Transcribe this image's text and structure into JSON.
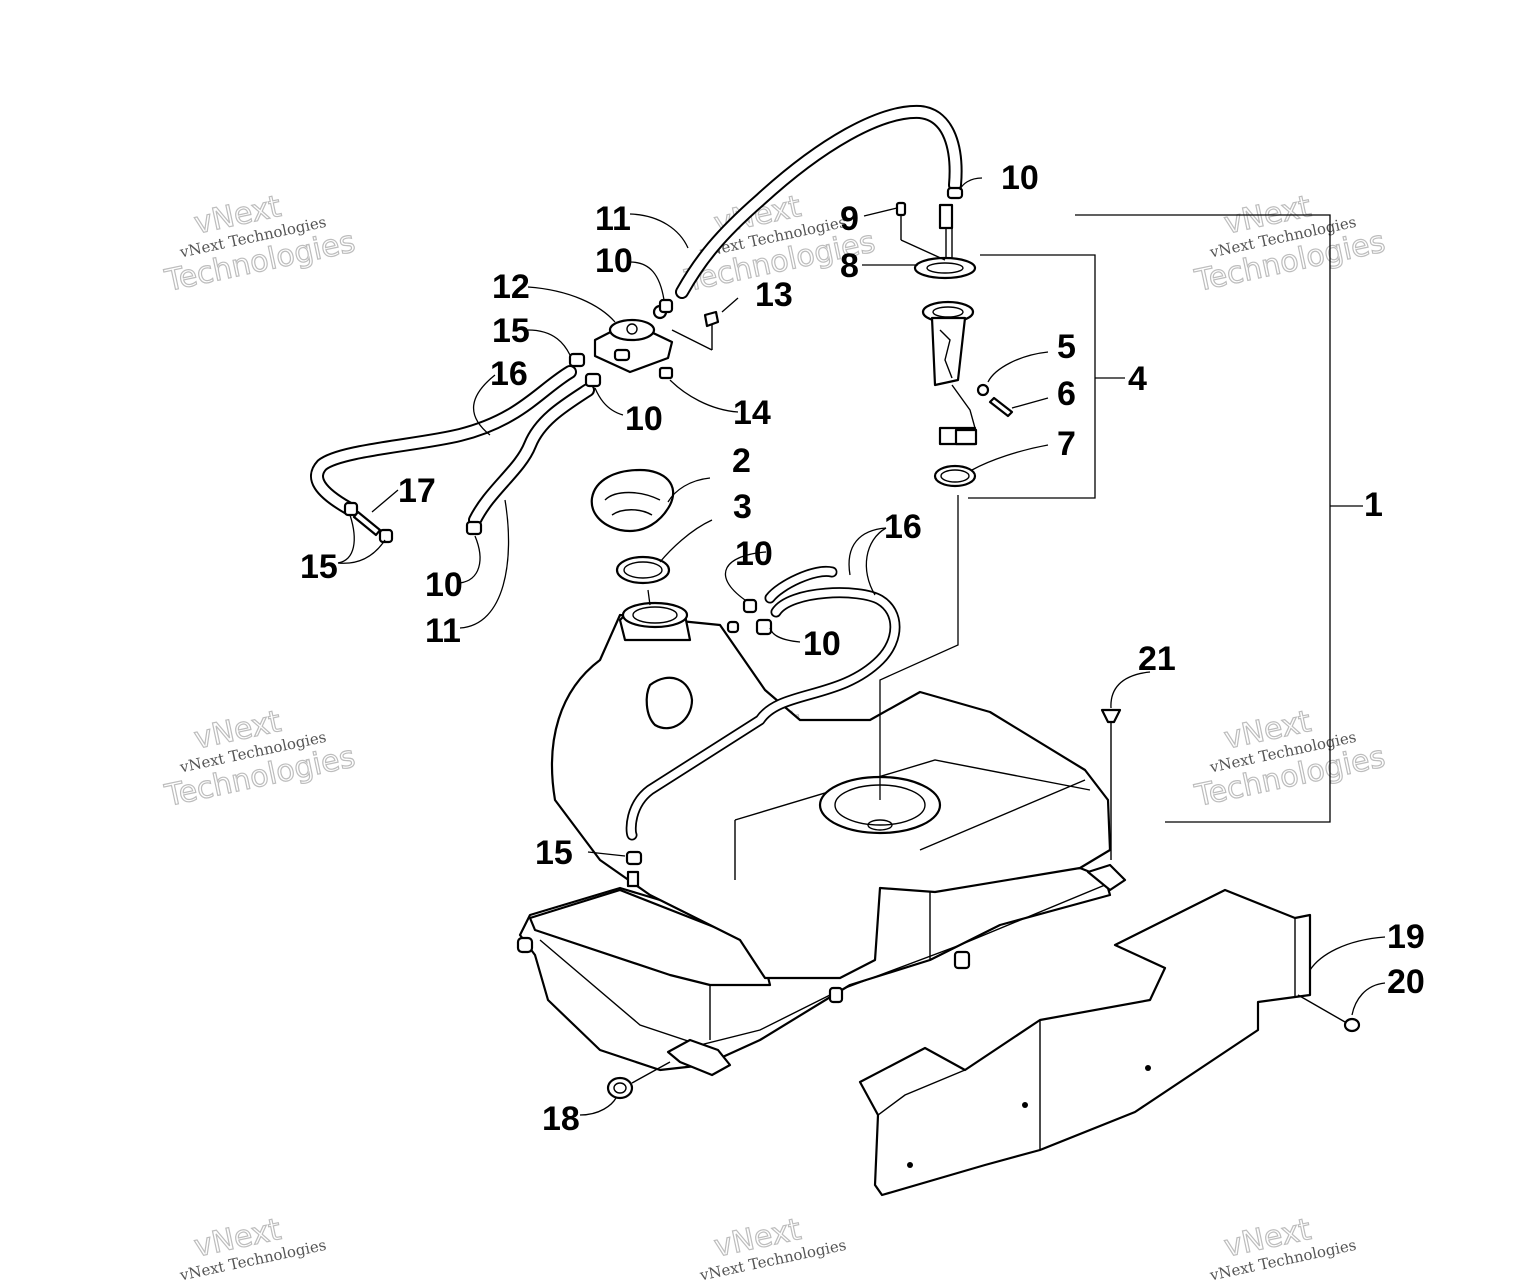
{
  "callouts": [
    {
      "id": "c1",
      "label": "1"
    },
    {
      "id": "c2",
      "label": "2"
    },
    {
      "id": "c3",
      "label": "3"
    },
    {
      "id": "c4",
      "label": "4"
    },
    {
      "id": "c5",
      "label": "5"
    },
    {
      "id": "c6",
      "label": "6"
    },
    {
      "id": "c7",
      "label": "7"
    },
    {
      "id": "c8",
      "label": "8"
    },
    {
      "id": "c9",
      "label": "9"
    },
    {
      "id": "c10a",
      "label": "10"
    },
    {
      "id": "c10b",
      "label": "10"
    },
    {
      "id": "c10c",
      "label": "10"
    },
    {
      "id": "c10d",
      "label": "10"
    },
    {
      "id": "c10e",
      "label": "10"
    },
    {
      "id": "c10f",
      "label": "10"
    },
    {
      "id": "c11a",
      "label": "11"
    },
    {
      "id": "c11b",
      "label": "11"
    },
    {
      "id": "c12",
      "label": "12"
    },
    {
      "id": "c13",
      "label": "13"
    },
    {
      "id": "c14",
      "label": "14"
    },
    {
      "id": "c15a",
      "label": "15"
    },
    {
      "id": "c15b",
      "label": "15"
    },
    {
      "id": "c15c",
      "label": "15"
    },
    {
      "id": "c16a",
      "label": "16"
    },
    {
      "id": "c16b",
      "label": "16"
    },
    {
      "id": "c17",
      "label": "17"
    },
    {
      "id": "c18",
      "label": "18"
    },
    {
      "id": "c19",
      "label": "19"
    },
    {
      "id": "c20",
      "label": "20"
    },
    {
      "id": "c21",
      "label": "21"
    }
  ],
  "watermark": {
    "line1": "vNext",
    "line2": "vNext Technologies",
    "line3": "Technologies"
  },
  "colors": {
    "ink": "#000000",
    "paper": "#ffffff",
    "watermark": "#bdbdbd"
  }
}
